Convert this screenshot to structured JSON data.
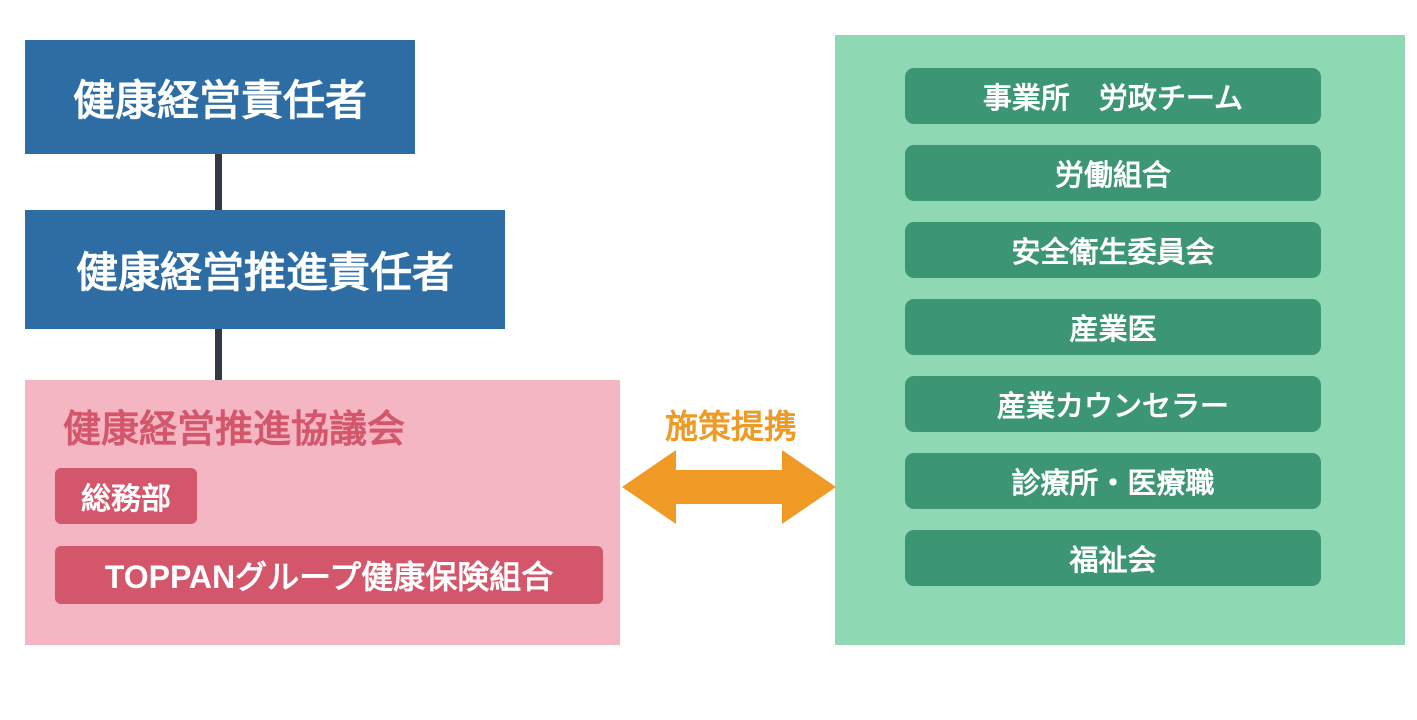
{
  "left": {
    "officer": "健康経営責任者",
    "promotion_officer": "健康経営推進責任者",
    "council": {
      "title": "健康経営推進協議会",
      "items": [
        "総務部",
        "TOPPANグループ健康保険組合"
      ]
    }
  },
  "connector": {
    "label": "施策提携"
  },
  "right": {
    "items": [
      "事業所　労政チーム",
      "労働組合",
      "安全衛生委員会",
      "産業医",
      "産業カウンセラー",
      "診療所・医療職",
      "福祉会"
    ]
  },
  "colors": {
    "blue": "#2d6da3",
    "pink": "#f4b6c3",
    "red": "#d4566b",
    "mint": "#8fd8b4",
    "green": "#3c9573",
    "orange": "#ef9a24",
    "line": "#343a45"
  }
}
